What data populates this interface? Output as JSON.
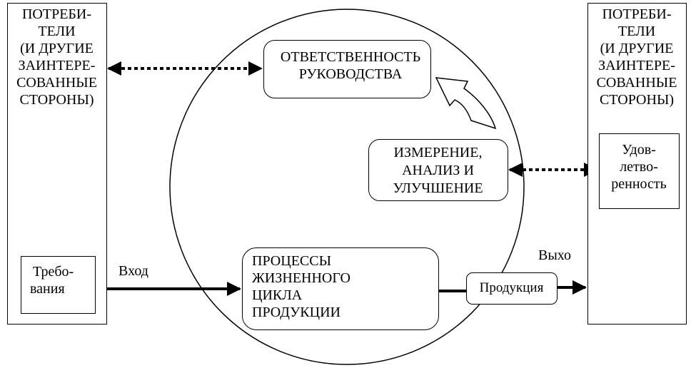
{
  "left_stakeholder": {
    "lines": [
      "ПОТРЕБИ-",
      "ТЕЛИ",
      "(И ДРУГИЕ",
      "ЗАИНТЕРЕ-",
      "СОВАННЫЕ",
      "СТОРОНЫ)"
    ],
    "requirements": [
      "Требо-",
      "вания"
    ]
  },
  "right_stakeholder": {
    "lines": [
      "ПОТРЕБИ-",
      "ТЕЛИ",
      "(И ДРУГИЕ",
      "ЗАИНТЕРЕ-",
      "СОВАННЫЕ",
      "СТОРОНЫ)"
    ],
    "satisfaction": [
      "Удов-",
      "летво-",
      "ренность"
    ]
  },
  "management": [
    "ОТВЕТСТВЕННОСТЬ",
    "РУКОВОДСТВА"
  ],
  "measurement": [
    "ИЗМЕРЕНИЕ,",
    "АНАЛИЗ И",
    "УЛУЧШЕНИЕ"
  ],
  "lifecycle": [
    "ПРОЦЕССЫ",
    "ЖИЗНЕННОГО",
    "ЦИКЛА",
    "ПРОДУКЦИИ"
  ],
  "product": "Продукция",
  "input_label": "Вход",
  "output_label": "Выхо",
  "icons": {
    "curved_arrow": "curved-arrow-icon",
    "process_chevrons": "chevrons-icon"
  },
  "colors": {
    "stroke": "#000000",
    "background": "#ffffff"
  }
}
